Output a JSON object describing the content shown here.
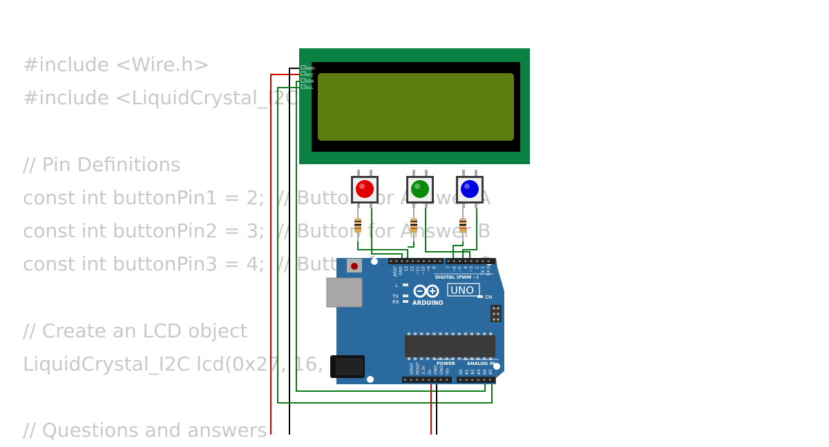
{
  "code_lines": [
    "#include <Wire.h>",
    "#include <LiquidCrystal_I2C.h>",
    "",
    "// Pin Definitions",
    "const int buttonPin1 = 2;  // Button for Answer A",
    "const int buttonPin2 = 3;  // Button for Answer B",
    "const int buttonPin3 = 4;  // Button for Answer C",
    "",
    "// Create an LCD object",
    "LiquidCrystal_I2C lcd(0x27, 16, 2);",
    "",
    "// Questions and answers"
  ],
  "lcd": {
    "pins": [
      "GND",
      "VCC",
      "SDA",
      "SCL"
    ],
    "colors": {
      "board": "#0b8043",
      "bezel": "#000000",
      "screen": "#5d7d0f"
    }
  },
  "buttons": [
    {
      "cap_color": "#e00000"
    },
    {
      "cap_color": "#0a8a0a"
    },
    {
      "cap_color": "#0000e0"
    }
  ],
  "arduino": {
    "model": "UNO",
    "brand": "ARDUINO",
    "digital_header_label": "DIGITAL (PWM ~)",
    "on_label": "ON",
    "led_labels": [
      "L",
      "TX",
      "RX"
    ],
    "top_pins": [
      "AREF",
      "GND",
      "13",
      "12",
      "~11",
      "~10",
      "~9",
      "8",
      "7",
      "~6",
      "~5",
      "4",
      "~3",
      "2",
      "TX 1",
      "RX 0"
    ],
    "power_header_label": "POWER",
    "power_pins": [
      "IOREF",
      "RESET",
      "3.3V",
      "5V",
      "GND",
      "GND",
      "Vin"
    ],
    "analog_header_label": "ANALOG IN",
    "analog_pins": [
      "A0",
      "A1",
      "A2",
      "A3",
      "A4",
      "A5"
    ],
    "colors": {
      "board": "#2a6a9e"
    }
  },
  "wire_colors": {
    "vcc": "#d40000",
    "gnd": "#000000",
    "signal": "#0a7a1a"
  }
}
